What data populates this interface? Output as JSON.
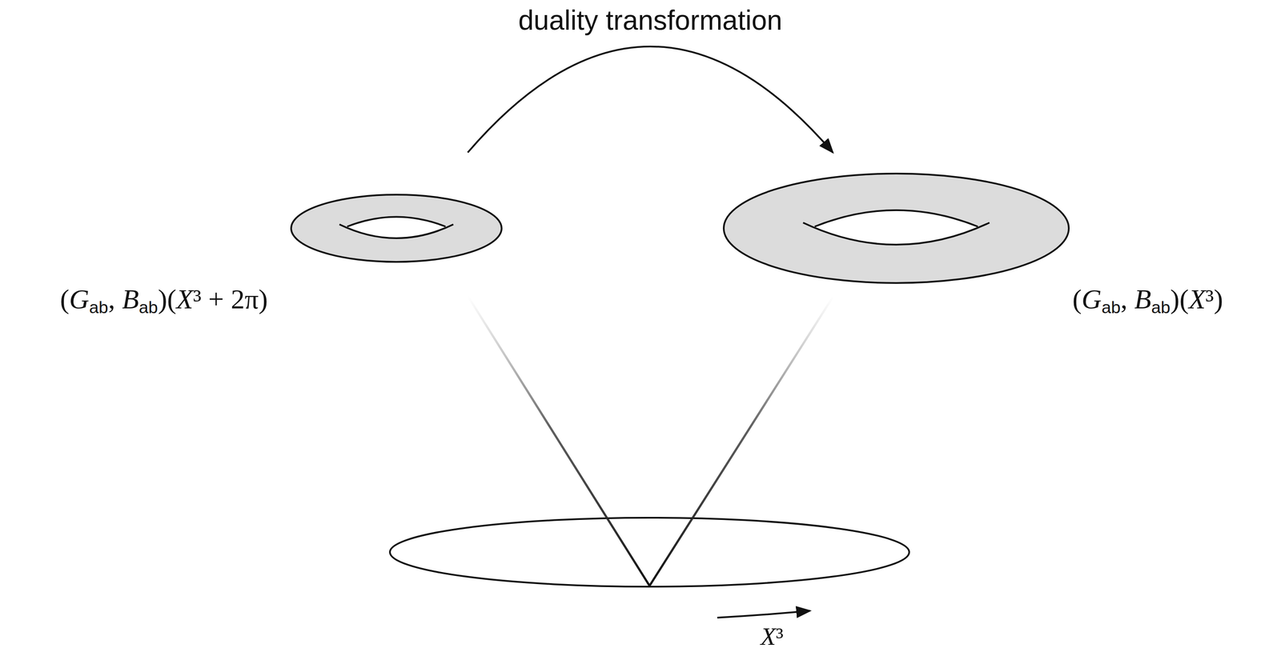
{
  "diagram": {
    "nodes": [
      {
        "text": [
          "(Gab, Bab)(X³ + 2π)"
        ]
      },
      {
        "text": [
          "(Gab, Bab)(X³)"
        ]
      }
    ],
    "edges": [
      {
        "from": 0,
        "to": 1,
        "arrow": "to",
        "label": "duality transformation"
      }
    ],
    "labels": [
      "X³"
    ]
  }
}
